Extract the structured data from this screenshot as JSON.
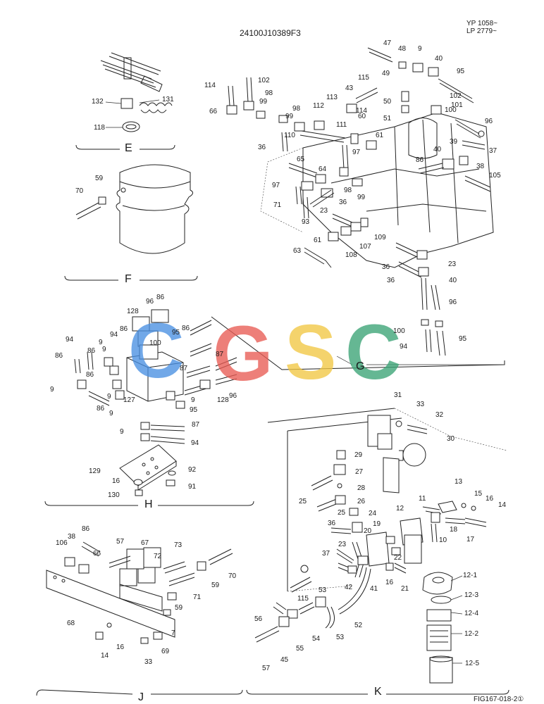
{
  "header": {
    "drawing_no": "24100J10389F3",
    "serial_1": "YP 1058~",
    "serial_2": "LP 2779~"
  },
  "footer": {
    "fig_code": "FIG167-018-2①"
  },
  "watermark": {
    "letters": [
      "C",
      "G",
      "S",
      "C"
    ],
    "colors": [
      "#4a90e2",
      "#e95c54",
      "#f2c744",
      "#3aa375"
    ]
  },
  "sections": {
    "E": "E",
    "F": "F",
    "G": "G",
    "H": "H",
    "J": "J",
    "K": "K"
  },
  "callouts": {
    "E": [
      "132",
      "131",
      "118"
    ],
    "F": [
      "70",
      "59"
    ],
    "G": [
      "47",
      "48",
      "49",
      "9",
      "40",
      "95",
      "114",
      "102",
      "115",
      "98",
      "99",
      "43",
      "66",
      "113",
      "112",
      "50",
      "102",
      "101",
      "100",
      "98",
      "114",
      "60",
      "111",
      "99",
      "51",
      "96",
      "110",
      "36",
      "61",
      "97",
      "40",
      "39",
      "37",
      "65",
      "64",
      "86",
      "38",
      "105",
      "97",
      "71",
      "98",
      "99",
      "23",
      "93",
      "36",
      "109",
      "61",
      "108",
      "107",
      "63",
      "36",
      "23",
      "36",
      "40",
      "96",
      "100",
      "94",
      "95"
    ],
    "H": [
      "96",
      "86",
      "128",
      "94",
      "86",
      "86",
      "95",
      "86",
      "100",
      "9",
      "94",
      "87",
      "87",
      "9",
      "86",
      "9",
      "86",
      "9",
      "9",
      "86",
      "127",
      "95",
      "128",
      "96",
      "9",
      "87",
      "9",
      "94",
      "129",
      "92",
      "16",
      "91",
      "130"
    ],
    "J": [
      "106",
      "38",
      "86",
      "57",
      "67",
      "72",
      "73",
      "66",
      "70",
      "59",
      "71",
      "59",
      "68",
      "7",
      "14",
      "16",
      "33",
      "69"
    ],
    "K": [
      "31",
      "33",
      "32",
      "30",
      "29",
      "27",
      "28",
      "25",
      "26",
      "13",
      "15",
      "16",
      "14",
      "12",
      "11",
      "36",
      "25",
      "24",
      "19",
      "18",
      "10",
      "17",
      "20",
      "23",
      "37",
      "22",
      "42",
      "21",
      "16",
      "53",
      "41",
      "115",
      "56",
      "52",
      "54",
      "53",
      "55",
      "57",
      "45",
      "12-1",
      "12-3",
      "12-4",
      "12-2",
      "12-5"
    ]
  }
}
